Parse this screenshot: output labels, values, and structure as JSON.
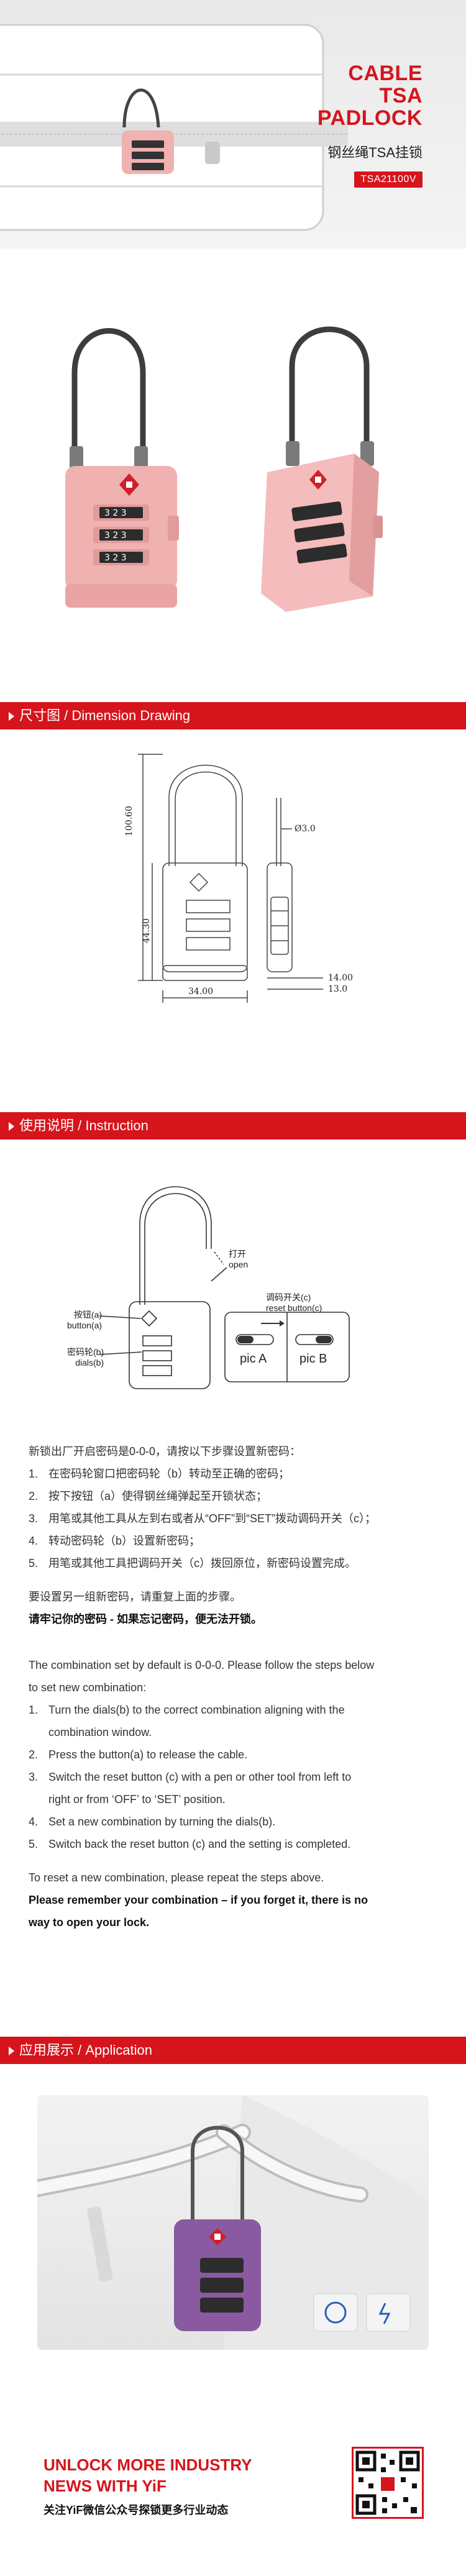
{
  "hero": {
    "title_lines": [
      "CABLE",
      "TSA",
      "PADLOCK"
    ],
    "subtitle": "钢丝绳TSA挂锁",
    "model": "TSA21100V"
  },
  "sections": {
    "dimension": "尺寸图 / Dimension Drawing",
    "instruction": "使用说明 / Instruction",
    "application": "应用展示 / Application"
  },
  "dimensions": {
    "height_total": "100.60",
    "cable": "Ø3.0",
    "body_height": "44.30",
    "width": "34.00",
    "thick_a": "14.00",
    "thick_b": "13.0"
  },
  "diagram": {
    "button_label": "按钮(a)",
    "button_label_en": "button(a)",
    "dials_label": "密码轮(b)",
    "dials_label_en": "dials(b)",
    "open_label": "打开",
    "open_label_en": "open",
    "reset_label": "调码开关(c)",
    "reset_label_en": "reset button(c)",
    "pic_a": "pic A",
    "pic_b": "pic B"
  },
  "instructions_cn": {
    "intro": "新锁出厂开启密码是0-0-0，请按以下步骤设置新密码：",
    "steps": [
      {
        "num": "1.",
        "text": "在密码轮窗口把密码轮（b）转动至正确的密码；"
      },
      {
        "num": "2.",
        "text": "按下按钮（a）使得钢丝绳弹起至开锁状态；"
      },
      {
        "num": "3.",
        "text": "用笔或其他工具从左到右或者从“OFF”到“SET”拨动调码开关（c）；"
      },
      {
        "num": "4.",
        "text": "转动密码轮（b）设置新密码；"
      },
      {
        "num": "5.",
        "text": "用笔或其他工具把调码开关（c）拨回原位，新密码设置完成。"
      }
    ],
    "repeat": "要设置另一组新密码，请重复上面的步骤。",
    "warning": "请牢记你的密码 - 如果忘记密码，便无法开锁。"
  },
  "instructions_en": {
    "intro_1": "The combination set by default is 0-0-0. Please follow the steps below",
    "intro_2": "to set new combination:",
    "steps": [
      {
        "num": "1.",
        "line1": "Turn the dials(b) to the correct combination aligning with the",
        "line2": "combination window."
      },
      {
        "num": "2.",
        "line1": "Press the button(a) to release the cable.",
        "line2": ""
      },
      {
        "num": "3.",
        "line1": "Switch the reset button (c) with a pen or other tool from left to",
        "line2": "right or from ‘OFF’ to ‘SET’ position."
      },
      {
        "num": "4.",
        "line1": "Set a new combination by turning the dials(b).",
        "line2": ""
      },
      {
        "num": "5.",
        "line1": "Switch back the reset button (c) and the setting is completed.",
        "line2": ""
      }
    ],
    "repeat": "To reset a new combination, please repeat the steps above.",
    "warning_1": "Please remember your combination – if you forget it, there is no",
    "warning_2": "way to open your lock."
  },
  "footer": {
    "title_1": "UNLOCK MORE INDUSTRY",
    "title_2": "NEWS WITH YiF",
    "subtitle": "关注YiF微信公众号探锁更多行业动态"
  },
  "colors": {
    "brand_red": "#d6141c",
    "lock_pink": "#f0b1b1",
    "lock_purple": "#8a5aa0"
  }
}
